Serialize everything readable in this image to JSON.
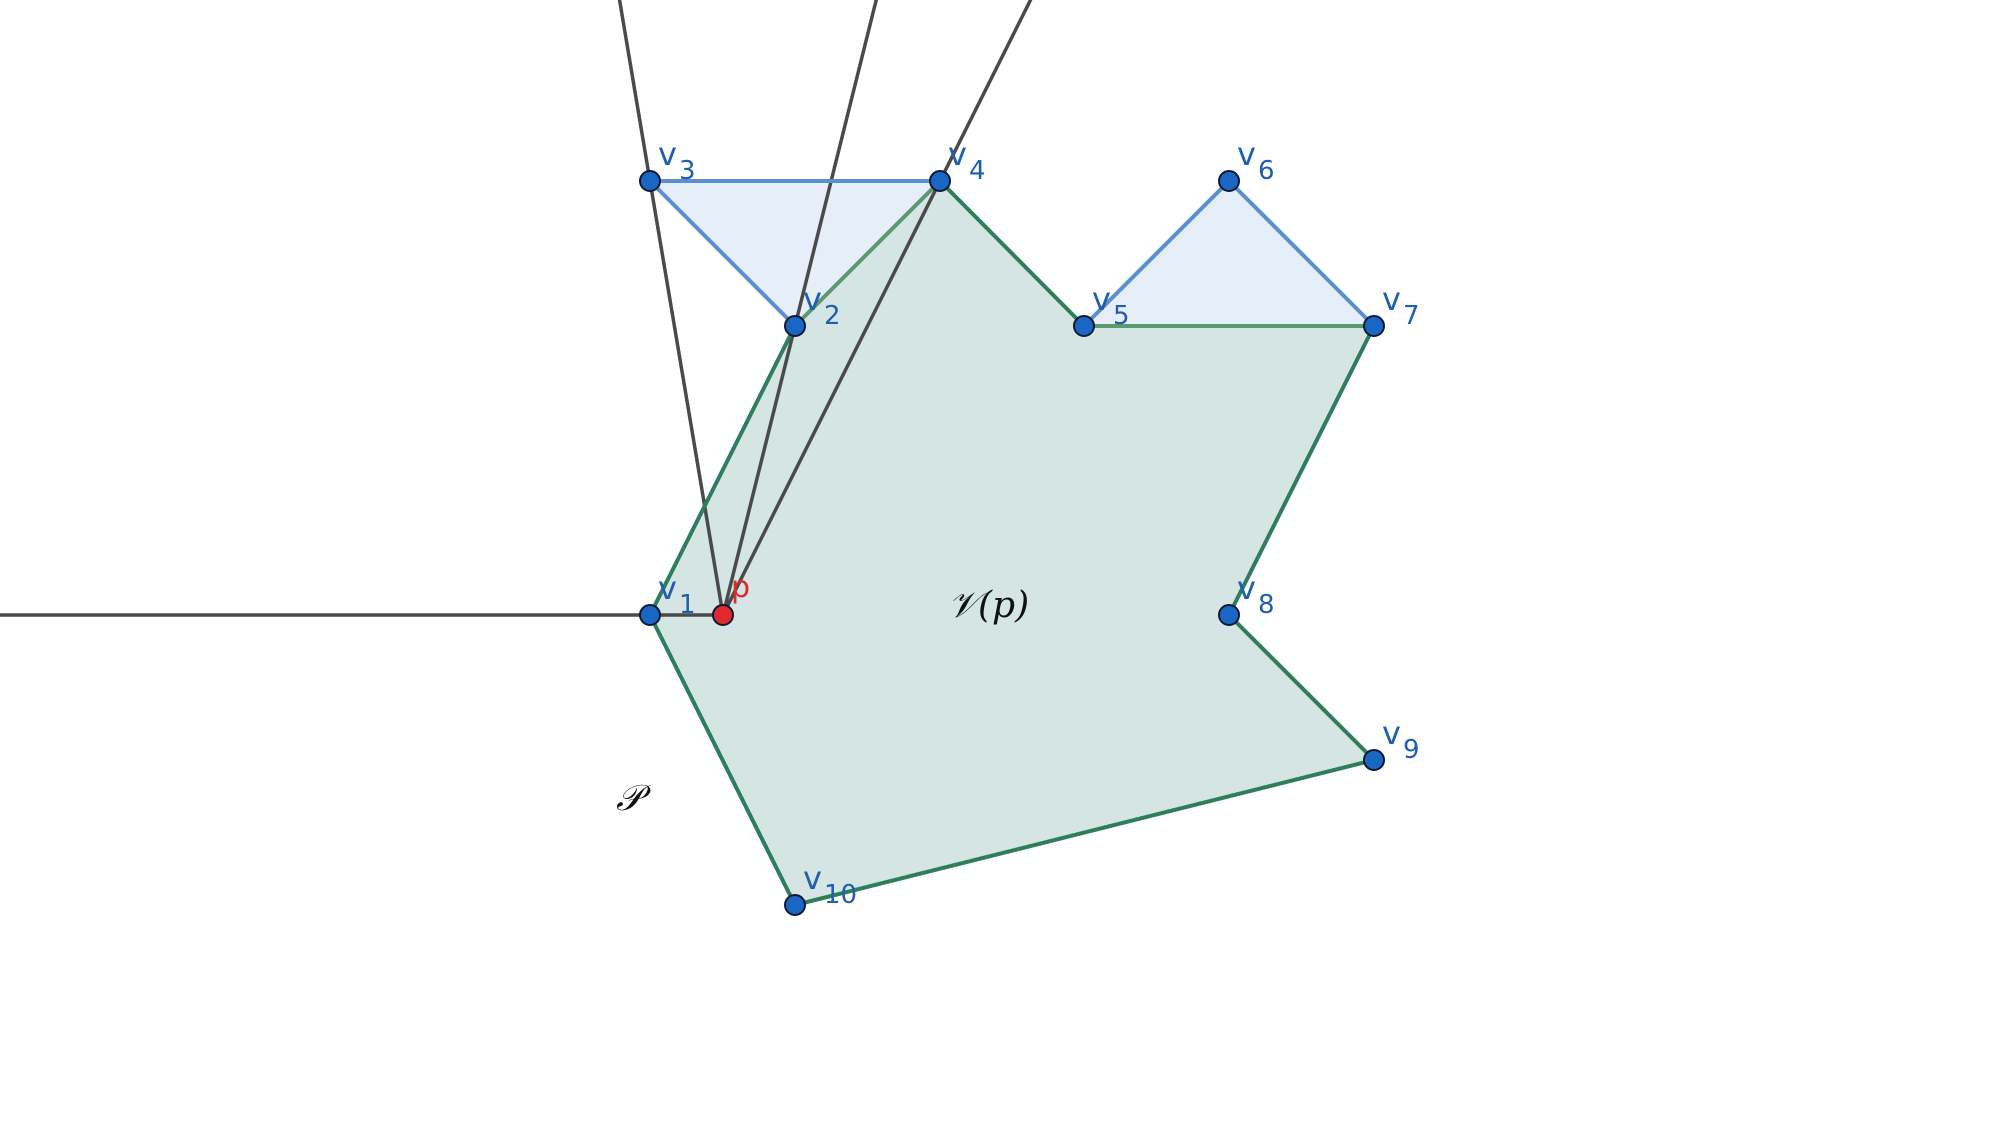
{
  "diagram": {
    "colors": {
      "polygon_fill": "#d4e5e3",
      "polygon_stroke": "#2e7d5b",
      "pocket_fill": "#e6eff9",
      "pocket_stroke": "#5b8fd1",
      "ray_stroke": "#4a4a4a",
      "vertex_fill": "#1a66c4",
      "vertex_stroke": "#0d1a33",
      "vertex_label": "#1f5fae",
      "query_point_fill": "#e0282e",
      "query_point_label": "#e0282e"
    },
    "vertices": [
      {
        "id": "v1",
        "label": "v",
        "subscript": "1"
      },
      {
        "id": "v2",
        "label": "v",
        "subscript": "2"
      },
      {
        "id": "v3",
        "label": "v",
        "subscript": "3"
      },
      {
        "id": "v4",
        "label": "v",
        "subscript": "4"
      },
      {
        "id": "v5",
        "label": "v",
        "subscript": "5"
      },
      {
        "id": "v6",
        "label": "v",
        "subscript": "6"
      },
      {
        "id": "v7",
        "label": "v",
        "subscript": "7"
      },
      {
        "id": "v8",
        "label": "v",
        "subscript": "8"
      },
      {
        "id": "v9",
        "label": "v",
        "subscript": "9"
      },
      {
        "id": "v10",
        "label": "v",
        "subscript": "10"
      }
    ],
    "query_point": {
      "label": "p"
    },
    "region_labels": {
      "visibility": "𝒱(p)",
      "polygon": "𝒫"
    }
  }
}
